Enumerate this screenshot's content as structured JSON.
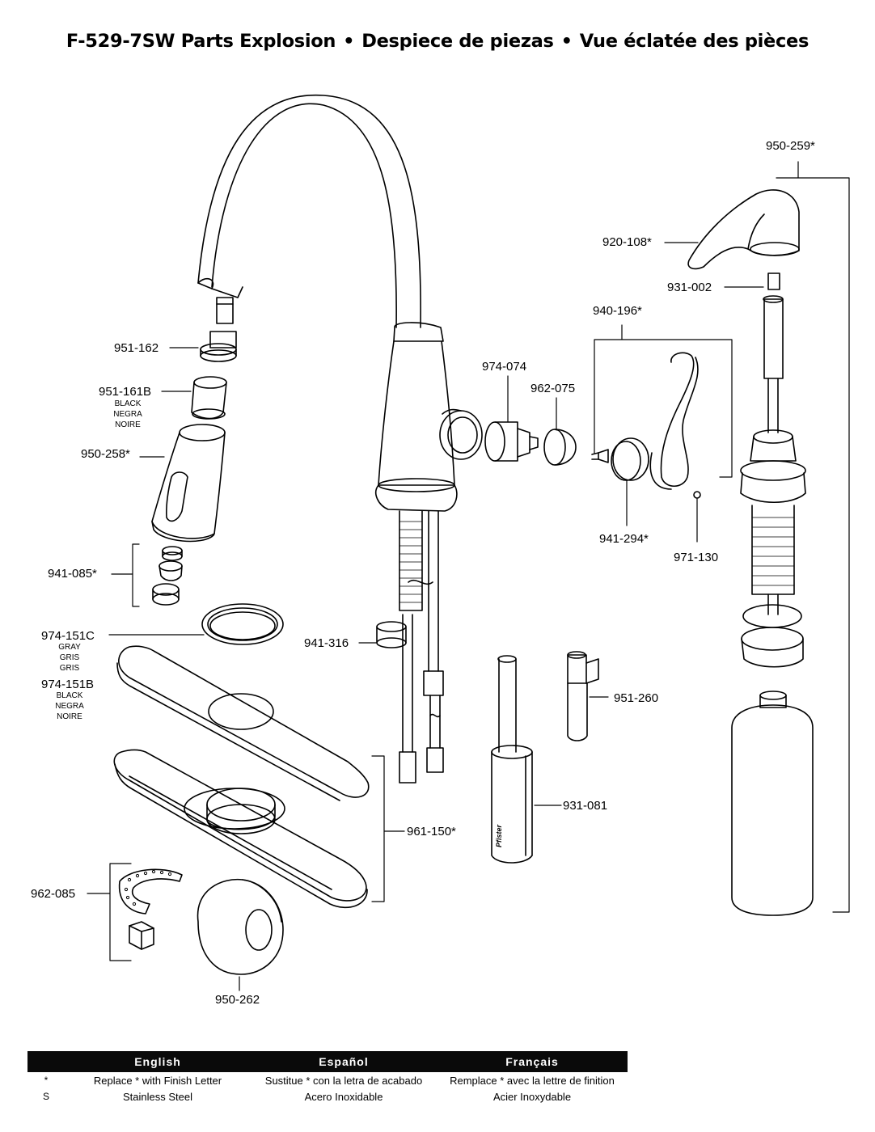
{
  "title": {
    "part1": "F-529-7SW Parts Explosion",
    "separator": "•",
    "part2": "Despiece de piezas",
    "part3": "Vue éclatée des pièces"
  },
  "labels": {
    "p950_259": "950-259*",
    "p920_108": "920-108*",
    "p931_002": "931-002",
    "p940_196": "940-196*",
    "p951_162": "951-162",
    "p974_074": "974-074",
    "p962_075": "962-075",
    "p951_161b": "951-161B",
    "p950_258": "950-258*",
    "p941_294": "941-294*",
    "p971_130": "971-130",
    "p941_085": "941-085*",
    "p974_151c": "974-151C",
    "p941_316": "941-316",
    "p974_151b": "974-151B",
    "p951_260": "951-260",
    "p931_081": "931-081",
    "p961_150": "961-150*",
    "p962_085": "962-085",
    "p950_262": "950-262"
  },
  "color_notes": {
    "black": [
      "BLACK",
      "NEGRA",
      "NOIRE"
    ],
    "gray": [
      "GRAY",
      "GRIS",
      "GRIS"
    ],
    "black2": [
      "BLACK",
      "NEGRA",
      "NOIRE"
    ]
  },
  "bottle_text": "Pfister",
  "legend": {
    "headers": [
      "English",
      "Español",
      "Français"
    ],
    "rows": [
      {
        "symbol": "*",
        "en": "Replace * with Finish Letter",
        "es": "Sustitue * con la letra de acabado",
        "fr": "Remplace * avec la lettre de finition"
      },
      {
        "symbol": "S",
        "en": "Stainless Steel",
        "es": "Acero Inoxidable",
        "fr": "Acier Inoxydable"
      }
    ]
  }
}
